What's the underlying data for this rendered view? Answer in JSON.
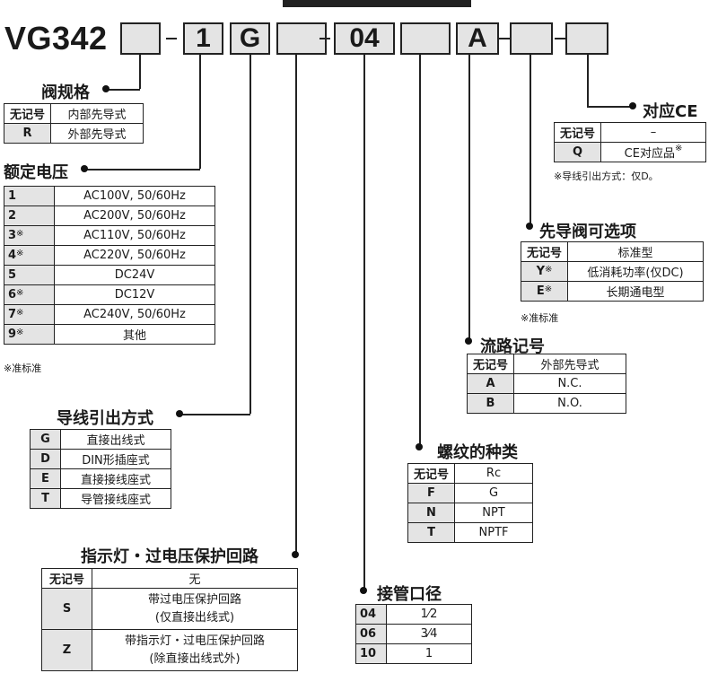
{
  "model": {
    "prefix": "VG342",
    "codes": [
      "",
      "1",
      "G",
      "",
      "04",
      "",
      "A",
      "",
      ""
    ]
  },
  "valve_spec": {
    "title": "阀规格",
    "rows": [
      {
        "key": "无记号",
        "value": "内部先导式"
      },
      {
        "key": "R",
        "value": "外部先导式"
      }
    ]
  },
  "voltage": {
    "title": "额定电压",
    "rows": [
      {
        "key": "1",
        "mark": "",
        "value": "AC100V, 50/60Hz"
      },
      {
        "key": "2",
        "mark": "",
        "value": "AC200V, 50/60Hz"
      },
      {
        "key": "3",
        "mark": "※",
        "value": "AC110V, 50/60Hz"
      },
      {
        "key": "4",
        "mark": "※",
        "value": "AC220V, 50/60Hz"
      },
      {
        "key": "5",
        "mark": "",
        "value": "DC24V"
      },
      {
        "key": "6",
        "mark": "※",
        "value": "DC12V"
      },
      {
        "key": "7",
        "mark": "※",
        "value": "AC240V, 50/60Hz"
      },
      {
        "key": "9",
        "mark": "※",
        "value": "其他"
      }
    ],
    "note": "※准标准"
  },
  "wiring": {
    "title": "导线引出方式",
    "rows": [
      {
        "key": "G",
        "value": "直接出线式"
      },
      {
        "key": "D",
        "value": "DIN形插座式"
      },
      {
        "key": "E",
        "value": "直接接线座式"
      },
      {
        "key": "T",
        "value": "导管接线座式"
      }
    ]
  },
  "indicator": {
    "title": "指示灯・过电压保护回路",
    "rows": [
      {
        "key": "无记号",
        "value": "无",
        "value2": ""
      },
      {
        "key": "S",
        "value": "带过电压保护回路",
        "value2": "(仅直接出线式)"
      },
      {
        "key": "Z",
        "value": "带指示灯・过电压保护回路",
        "value2": "(除直接出线式外)"
      }
    ]
  },
  "port_size": {
    "title": "接管口径",
    "rows": [
      {
        "key": "04",
        "value": "1⁄2"
      },
      {
        "key": "06",
        "value": "3⁄4"
      },
      {
        "key": "10",
        "value": "1"
      }
    ]
  },
  "thread": {
    "title": "螺纹的种类",
    "rows": [
      {
        "key": "无记号",
        "value": "Rc"
      },
      {
        "key": "F",
        "value": "G"
      },
      {
        "key": "N",
        "value": "NPT"
      },
      {
        "key": "T",
        "value": "NPTF"
      }
    ]
  },
  "flow": {
    "title": "流路记号",
    "rows": [
      {
        "key": "无记号",
        "value": "外部先导式"
      },
      {
        "key": "A",
        "value": "N.C."
      },
      {
        "key": "B",
        "value": "N.O."
      }
    ]
  },
  "pilot_option": {
    "title": "先导阀可选项",
    "rows": [
      {
        "key": "无记号",
        "mark": "",
        "value": "标准型"
      },
      {
        "key": "Y",
        "mark": "※",
        "value": "低消耗功率(仅DC)"
      },
      {
        "key": "E",
        "mark": "※",
        "value": "长期通电型"
      }
    ],
    "note": "※准标准"
  },
  "ce": {
    "title": "对应CE",
    "rows": [
      {
        "key": "无记号",
        "value": "–",
        "mark": ""
      },
      {
        "key": "Q",
        "value": "CE对应品",
        "mark": "※"
      }
    ],
    "note": "※导线引出方式：仅D。"
  }
}
